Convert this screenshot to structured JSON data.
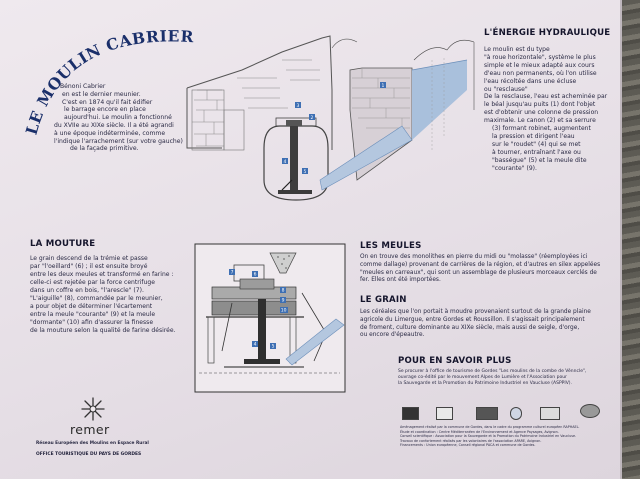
{
  "title": "LE MOULIN CABRIER",
  "intro": [
    "Bénoni Cabrier",
    "en est le dernier meunier.",
    "C'est en 1874 qu'il fait édifier",
    "le barrage encore en place",
    "aujourd'hui. Le moulin a fonctionné",
    "du XVIIe au XIXe siècle. Il a été agrandi",
    "à une époque indéterminée, comme",
    "l'indique l'arrachement (sur votre gauche)",
    "de la façade primitive."
  ],
  "energy": {
    "heading": "L'ÉNERGIE HYDRAULIQUE",
    "lines": [
      "Le moulin est du type",
      "\"à roue horizontale\", système le plus",
      "simple et le mieux adapté aux cours",
      "d'eau non permanents, où l'on utilise",
      "l'eau récoltée dans une écluse",
      "ou \"resclause\"",
      "De la resclause, l'eau est acheminée par",
      "le béal jusqu'au puits (1) dont l'objet",
      "est d'obtenir une colonne de pression",
      "maximale. Le canon (2) et sa serrure",
      "(3) formant robinet, augmentent",
      "la pression et dirigent l'eau",
      "sur le \"roudet\" (4) qui se met",
      "à tourner, entraînant l'axe ou",
      "\"basségue\" (5) et la meule dite",
      "\"courante\" (9)."
    ]
  },
  "mouture": {
    "heading": "LA MOUTURE",
    "lines": [
      "Le grain descend de la trémie et passe",
      "par \"l'oeillard\" (6) ; il est ensuite broyé",
      "entre les deux meules et transformé en farine :",
      "celle-ci est rejetée par la force centrifuge",
      "dans un coffre en bois, \"l'arescle\" (7).",
      "\"L'aiguille\" (8), commandée par le meunier,",
      "a pour objet de déterminer l'écartement",
      "entre la meule \"courante\" (9) et la meule",
      "\"dormante\" (10) afin d'assurer la finesse",
      "de la mouture selon la qualité de farine désirée."
    ]
  },
  "meules": {
    "heading": "LES MEULES",
    "lines": [
      "On en trouve des monolithes en pierre du midi ou \"molasse\" (réemployées ici",
      "comme dallage) provenant de carrières de la région, et d'autres en silex appelées",
      "\"meules en carreaux\", qui sont un assemblage de plusieurs morceaux cerclés de",
      "fer. Elles ont été importées."
    ]
  },
  "grain": {
    "heading": "LE GRAIN",
    "lines": [
      "Les céréales que l'on portait à moudre provenaient surtout de la grande plaine",
      "agricole du Limergue, entre Gordes et Roussillon. Il s'agissait principalement",
      "de froment, culture dominante au XIXe siècle, mais aussi de seigle, d'orge,",
      "ou encore d'épeautre."
    ]
  },
  "more": {
    "heading": "POUR EN SAVOIR PLUS",
    "lines": [
      "Se procurer à l'office de tourisme de Gordes \"Les moulins de la combe de Vénncle\",",
      "ouvrage co-édité par le mouvement Alpes de Lumière et l'Association pour",
      "la Sauvegarde et la Promotion du Patrimoine Industriel en Vaucluse (ASPPIV)."
    ]
  },
  "logo": {
    "name": "remer",
    "line1": "Réseau Européen des Moulins en Espace Rural",
    "line2": "OFFICE TOURISTIQUE DU PAYS DE GORDES"
  },
  "credits": [
    "Aménagement réalisé par la commune de Gordes, dans le cadre du programme culturel européen RAPHAEL.",
    "Étude et coordination : Centre Méditerranéen de l'Environnement et Agence Paysages, Avignon.",
    "Conseil scientifique : Association pour la Sauvegarde et la Promotion du Patrimoine Industriel en Vaucluse.",
    "Travaux de confortement réalisés par les volontaires de l'association APARE, Avignon.",
    "Financements : Union européenne, Conseil régional PACA et commune de Gordes."
  ],
  "diagram1_labels": [
    "1",
    "2",
    "3",
    "4",
    "5"
  ],
  "diagram2_labels": [
    "6",
    "7",
    "8",
    "9",
    "10",
    "4",
    "5"
  ],
  "colors": {
    "text": "#2a2a44",
    "water": "#a9c0dc",
    "callout": "#3e6fb3",
    "board": "#ebe5ea"
  }
}
